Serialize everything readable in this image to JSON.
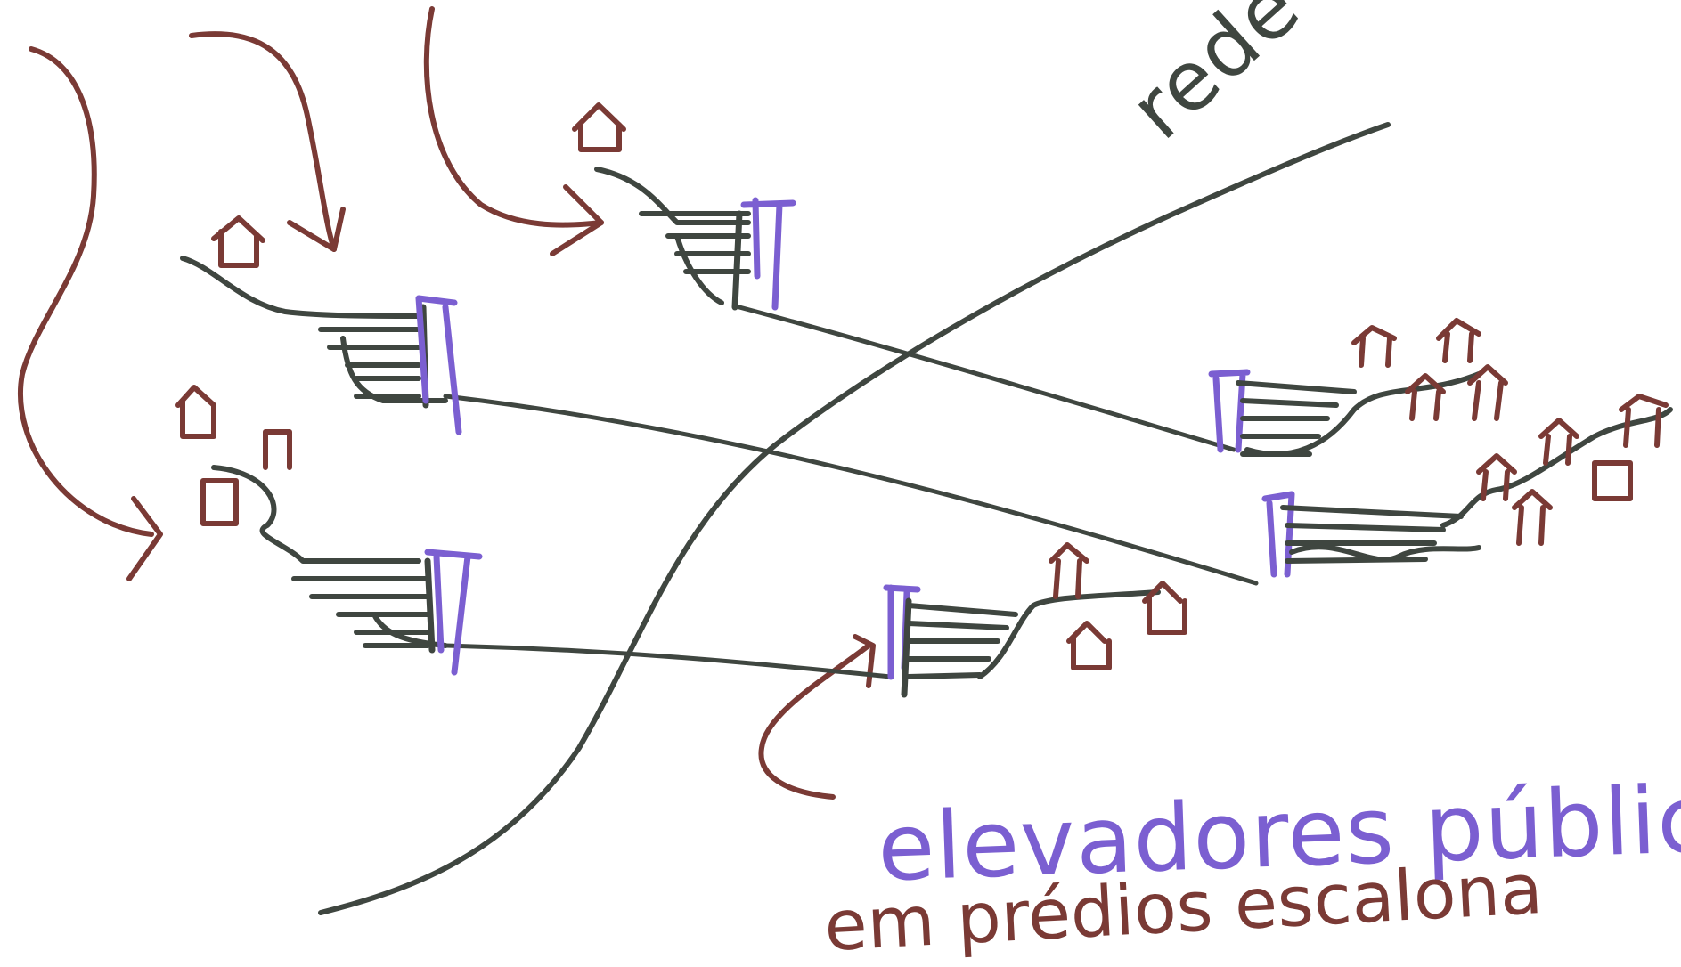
{
  "labels": {
    "network": "rede de",
    "elevators": "elevadores públic",
    "buildings": "em prédios escalona"
  },
  "colors": {
    "ink_gray": "#3f4640",
    "ink_purple": "#7b5fd1",
    "ink_brown": "#7a3a35",
    "background": "#ffffff"
  }
}
